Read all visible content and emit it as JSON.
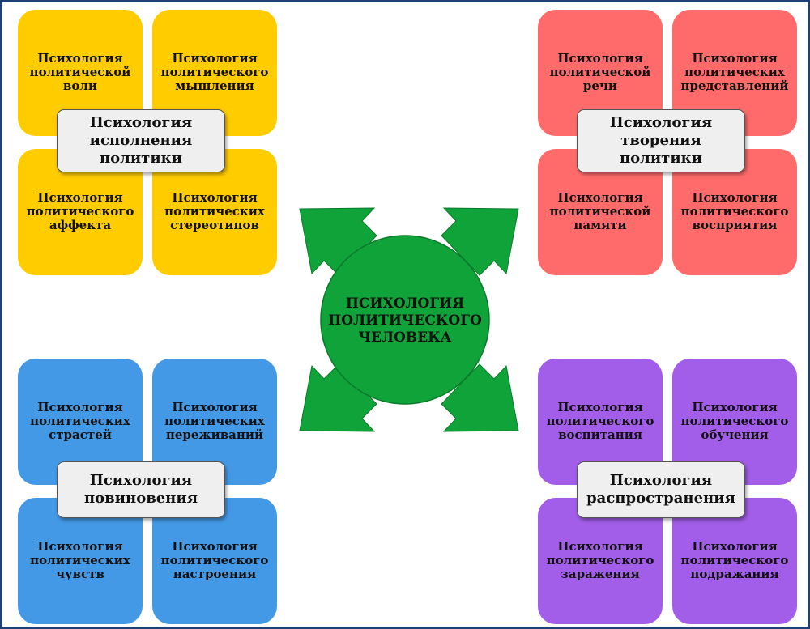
{
  "center": {
    "title": "ПСИХОЛОГИЯ ПОЛИТИЧЕСКОГО ЧЕЛОВЕКА"
  },
  "colors": {
    "yellow": "#ffcc00",
    "red": "#ff6b6b",
    "blue": "#4499e6",
    "purple": "#a25ee8",
    "green": "#10a33a",
    "frame": "#1f3f77"
  },
  "clusters": {
    "top_left": {
      "label": "Психология исполнения политики",
      "tiles": [
        "Психология политической воли",
        "Психология политического мышления",
        "Психология политического аффекта",
        "Психология политических стереотипов"
      ]
    },
    "top_right": {
      "label": "Психология творения политики",
      "tiles": [
        "Психология политической речи",
        "Психология политических представлений",
        "Психология политической памяти",
        "Психология политического восприятия"
      ]
    },
    "bottom_left": {
      "label": "Психология повиновения",
      "tiles": [
        "Психология политических страстей",
        "Психология политических переживаний",
        "Психология политических чувств",
        "Психология политического настроения"
      ]
    },
    "bottom_right": {
      "label": "Психология распространения",
      "tiles": [
        "Психология политического воспитания",
        "Психология политического обучения",
        "Психология политического заражения",
        "Психология политического подражания"
      ]
    }
  }
}
